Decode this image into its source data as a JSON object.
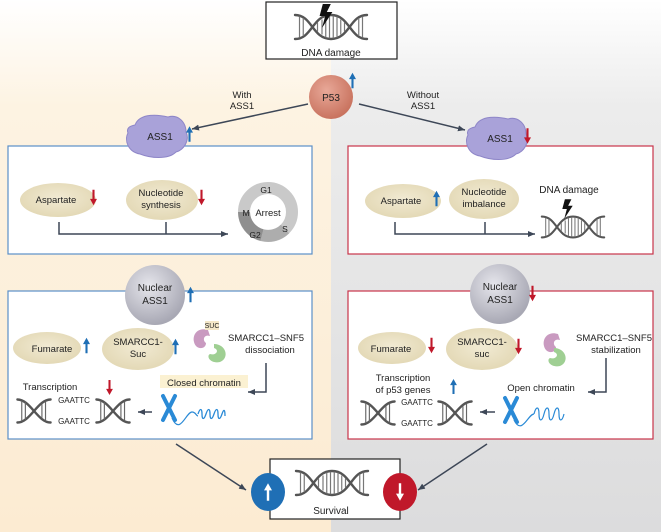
{
  "top": {
    "label": "DNA damage"
  },
  "p53": {
    "label": "P53",
    "trend": "up"
  },
  "branches": {
    "left": {
      "label_line1": "With",
      "label_line2": "ASS1"
    },
    "right": {
      "label_line1": "Without",
      "label_line2": "ASS1"
    }
  },
  "left": {
    "ass1": {
      "label": "ASS1",
      "trend": "up"
    },
    "metabolism": {
      "aspartate": {
        "label": "Aspartate",
        "trend": "down"
      },
      "nucleotide": {
        "line1": "Nucleotide",
        "line2": "synthesis",
        "trend": "down"
      },
      "cycle": {
        "center": "Arrest",
        "phases": [
          "G1",
          "S",
          "G2",
          "M"
        ]
      }
    },
    "nuclear": {
      "ass1": {
        "line1": "Nuclear",
        "line2": "ASS1",
        "trend": "up"
      },
      "fumarate": {
        "label": "Fumarate",
        "trend": "up"
      },
      "smarcc1": {
        "line1": "SMARCC1-",
        "line2": "Suc",
        "trend": "up"
      },
      "complex": {
        "suc_label": "SUC",
        "line1": "SMARCC1–SNF5",
        "line2": "dissociation"
      },
      "chromatin": {
        "label": "Closed chromatin"
      },
      "transcription": {
        "line1": "Transcription",
        "trend": "down"
      },
      "dna_seq": {
        "top": "GAATTC",
        "bottom": "GAATTC"
      }
    }
  },
  "right": {
    "ass1": {
      "label": "ASS1",
      "trend": "down"
    },
    "metabolism": {
      "aspartate": {
        "label": "Aspartate",
        "trend": "up"
      },
      "nucleotide": {
        "line1": "Nucleotide",
        "line2": "imbalance"
      },
      "damage": {
        "label": "DNA damage"
      }
    },
    "nuclear": {
      "ass1": {
        "line1": "Nuclear",
        "line2": "ASS1",
        "trend": "down"
      },
      "fumarate": {
        "label": "Fumarate",
        "trend": "down"
      },
      "smarcc1": {
        "line1": "SMARCC1-",
        "line2": "suc",
        "trend": "down"
      },
      "complex": {
        "line1": "SMARCC1–SNF5",
        "line2": "stabilization"
      },
      "chromatin": {
        "label": "Open chromatin"
      },
      "transcription": {
        "line1": "Transcription",
        "line2": "of p53 genes",
        "trend": "up"
      },
      "dna_seq": {
        "top": "GAATTC",
        "bottom": "GAATTC"
      }
    }
  },
  "survival": {
    "label": "Survival",
    "left_trend": "up",
    "right_trend": "down"
  },
  "colors": {
    "up": "#1f6fb5",
    "down": "#c0182a",
    "left_border": "#5b8fc7",
    "right_border": "#c8344a",
    "ellipse": "#ece3c6",
    "ass1_blob": "#a9a2d9",
    "nuclear": "#c4c4cc",
    "p53": "#d98f7d",
    "line": "#3d4757"
  }
}
